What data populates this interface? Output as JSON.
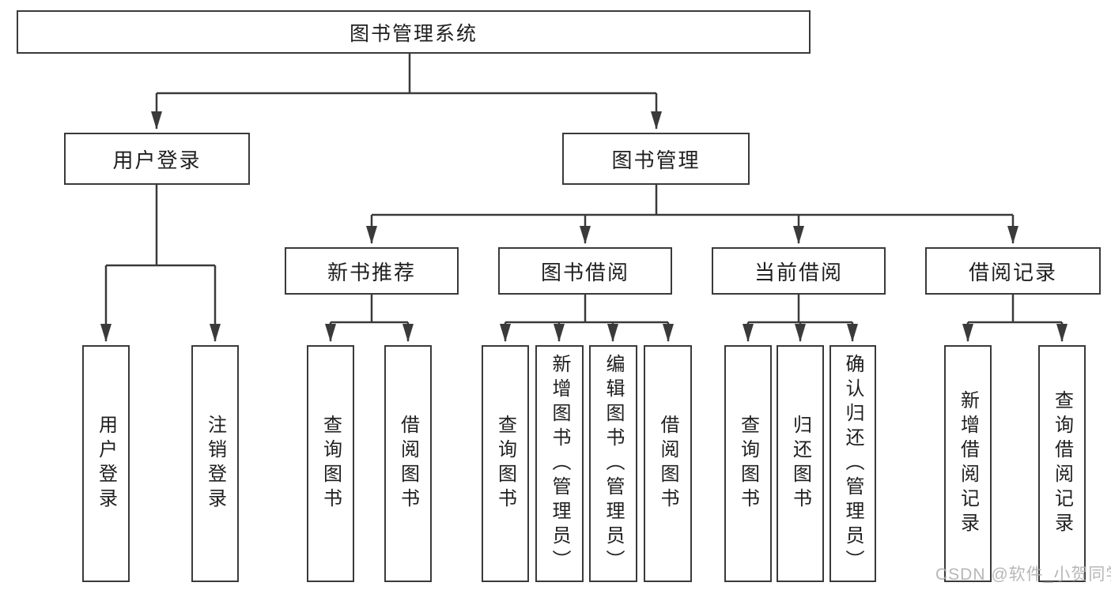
{
  "diagram": {
    "type": "hierarchy-tree",
    "orientation": "top-down"
  },
  "colors": {
    "line": "#3a3a3a",
    "box_border": "#3a3a3a",
    "box_fill": "#ffffff",
    "text": "#1f1f1f",
    "watermark_text": "#afafaf",
    "background": "#ffffff"
  },
  "watermark": "CSDN @软件_小贺同学",
  "tree": {
    "label": "图书管理系统",
    "children": [
      {
        "label": "用户登录",
        "children": [
          {
            "label": "用户登录"
          },
          {
            "label": "注销登录"
          }
        ]
      },
      {
        "label": "图书管理",
        "children": [
          {
            "label": "新书推荐",
            "children": [
              {
                "label": "查询图书"
              },
              {
                "label": "借阅图书"
              }
            ]
          },
          {
            "label": "图书借阅",
            "children": [
              {
                "label": "查询图书"
              },
              {
                "label": "新增图书（管理员）"
              },
              {
                "label": "编辑图书（管理员）"
              },
              {
                "label": "借阅图书"
              }
            ]
          },
          {
            "label": "当前借阅",
            "children": [
              {
                "label": "查询图书"
              },
              {
                "label": "归还图书"
              },
              {
                "label": "确认归还（管理员）"
              }
            ]
          },
          {
            "label": "借阅记录",
            "children": [
              {
                "label": "新增借阅记录"
              },
              {
                "label": "查询借阅记录"
              }
            ]
          }
        ]
      }
    ]
  }
}
